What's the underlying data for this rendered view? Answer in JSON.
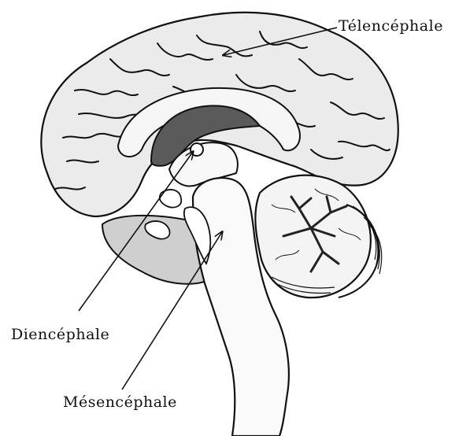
{
  "diagram": {
    "labels": {
      "telencephale": "Télencéphale",
      "diencephale": "Diencéphale",
      "mesencephale": "Mésencéphale"
    },
    "colors": {
      "cortex": "#e8e8e8",
      "outline": "#111111",
      "ventricle": "#595959",
      "subcortical_shade": "#c9c9c9",
      "background": "#ffffff"
    }
  }
}
